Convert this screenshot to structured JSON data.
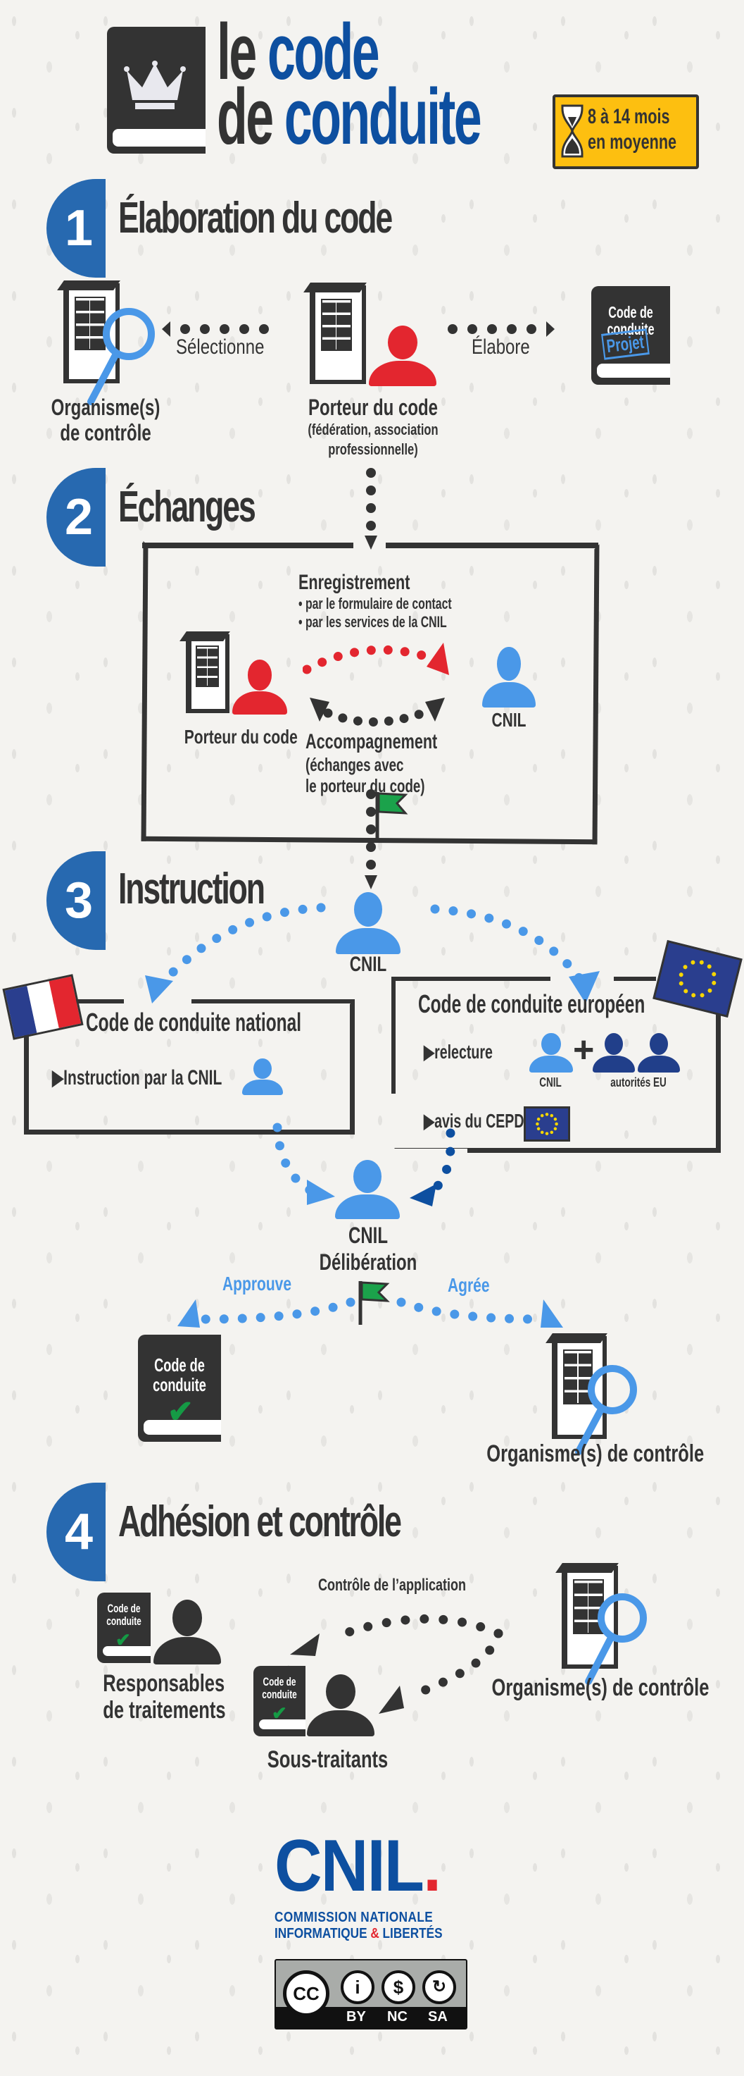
{
  "header": {
    "title_line1_dark": "le",
    "title_line1_blue": "code",
    "title_line2_dark": "de",
    "title_line2_blue": "conduite",
    "duration_badge": {
      "line1": "8 à 14 mois",
      "line2": "en moyenne"
    }
  },
  "sections": [
    {
      "number": "1",
      "title": "Élaboration du code",
      "arrow_left_label": "Sélectionne",
      "arrow_right_label": "Élabore",
      "left_entity": {
        "line1": "Organisme(s)",
        "line2": "de contrôle"
      },
      "center_entity": {
        "title": "Porteur du code",
        "sub1": "(fédération, association",
        "sub2": "professionnelle)"
      },
      "book": {
        "line1": "Code de",
        "line2": "conduite",
        "stamp": "Projet"
      }
    },
    {
      "number": "2",
      "title": "Échanges",
      "registration": {
        "title": "Enregistrement",
        "items": [
          "• par le formulaire de contact",
          "• par les services de la CNIL"
        ]
      },
      "left_entity": "Porteur du code",
      "right_entity": "CNIL",
      "support": {
        "title": "Accompagnement",
        "sub1": "(échanges avec",
        "sub2": "le porteur du code)"
      }
    },
    {
      "number": "3",
      "title": "Instruction",
      "top_entity": "CNIL",
      "national": {
        "title": "Code de conduite national",
        "item": "Instruction par la CNIL"
      },
      "european": {
        "title": "Code de conduite européen",
        "item1": "relecture",
        "item2": "avis du CEPD",
        "cnil_label": "CNIL",
        "plus": "+",
        "authorities_label": "autorités EU"
      },
      "deliberation": {
        "line1": "CNIL",
        "line2": "Délibération"
      },
      "approve_label": "Approuve",
      "accredit_label": "Agrée",
      "approved_book": {
        "line1": "Code de",
        "line2": "conduite"
      },
      "accredited_entity": "Organisme(s) de contrôle"
    },
    {
      "number": "4",
      "title": "Adhésion et contrôle",
      "control_label": "Contrôle de l’application",
      "controllers": {
        "line1": "Responsables",
        "line2": "de traitements"
      },
      "processors": "Sous-traitants",
      "monitoring_body": "Organisme(s) de contrôle",
      "book": {
        "line1": "Code de",
        "line2": "conduite"
      }
    }
  ],
  "footer": {
    "logo": "CNIL",
    "logo_dot": ".",
    "org_line1": "COMMISSION NATIONALE",
    "org_line2_a": "INFORMATIQUE",
    "org_line2_amp": "&",
    "org_line2_b": "LIBERTÉS",
    "license": {
      "cc": "CC",
      "by": "BY",
      "nc": "NC",
      "sa": "SA"
    }
  },
  "colors": {
    "background": "#f4f3f0",
    "dark": "#333333",
    "navy": "#0d4fa0",
    "section_blue": "#2769b0",
    "light_blue": "#4a98e8",
    "red": "#e3262f",
    "green": "#159a45",
    "yellow": "#fdbf10",
    "eu_blue": "#2a3e8e"
  }
}
